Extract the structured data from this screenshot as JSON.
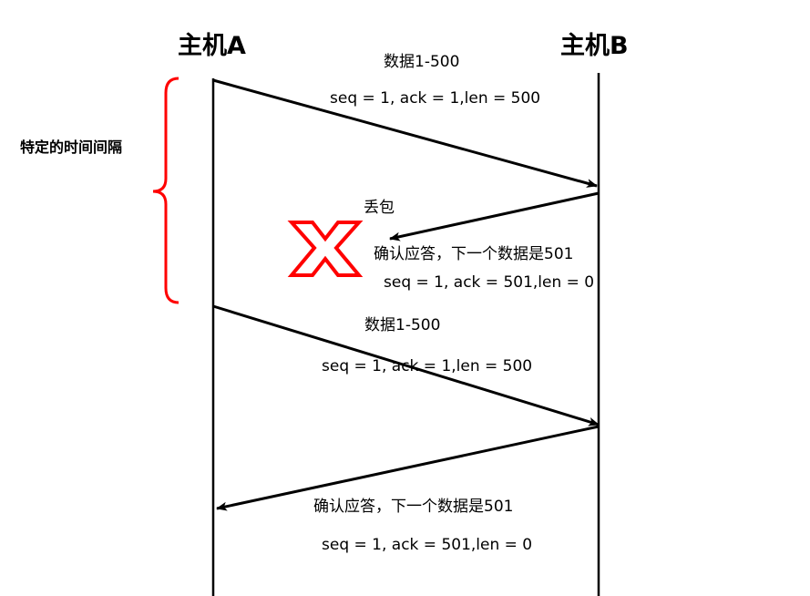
{
  "hosts": {
    "a": "主机A",
    "b": "主机B"
  },
  "interval_label": "特定的时间间隔",
  "messages": [
    {
      "title": "数据1-500",
      "detail": "seq = 1, ack = 1,len = 500"
    },
    {
      "note": "丢包",
      "title": "确认应答，下一个数据是501",
      "detail": "seq = 1, ack = 501,len = 0"
    },
    {
      "title": "数据1-500",
      "detail": "seq = 1, ack = 1,len = 500"
    },
    {
      "title": "确认应答，下一个数据是501",
      "detail": "seq = 1, ack = 501,len = 0"
    }
  ],
  "colors": {
    "line": "#000000",
    "bracket": "#ff0000",
    "loss_mark": "#ff0000"
  },
  "icons": {
    "loss": "cross-mark-icon"
  }
}
